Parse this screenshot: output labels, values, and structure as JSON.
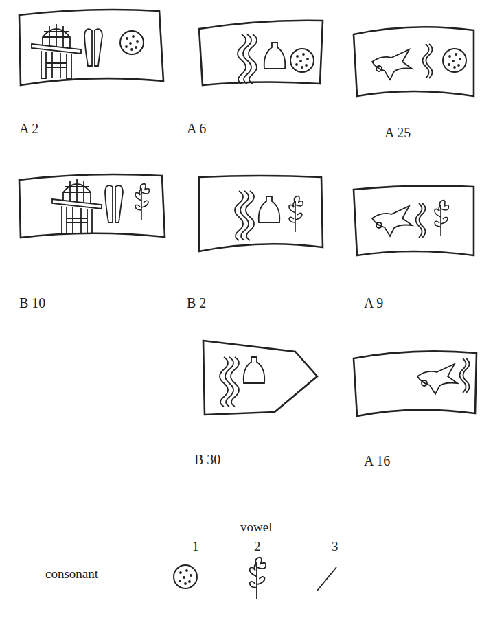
{
  "diagram": {
    "labels": [
      "A 2",
      "A 6",
      "A 25",
      "B 10",
      "B 2",
      "A 9",
      "B 30",
      "A 16",
      "vowel",
      "1",
      "2",
      "3",
      "consonant"
    ]
  }
}
